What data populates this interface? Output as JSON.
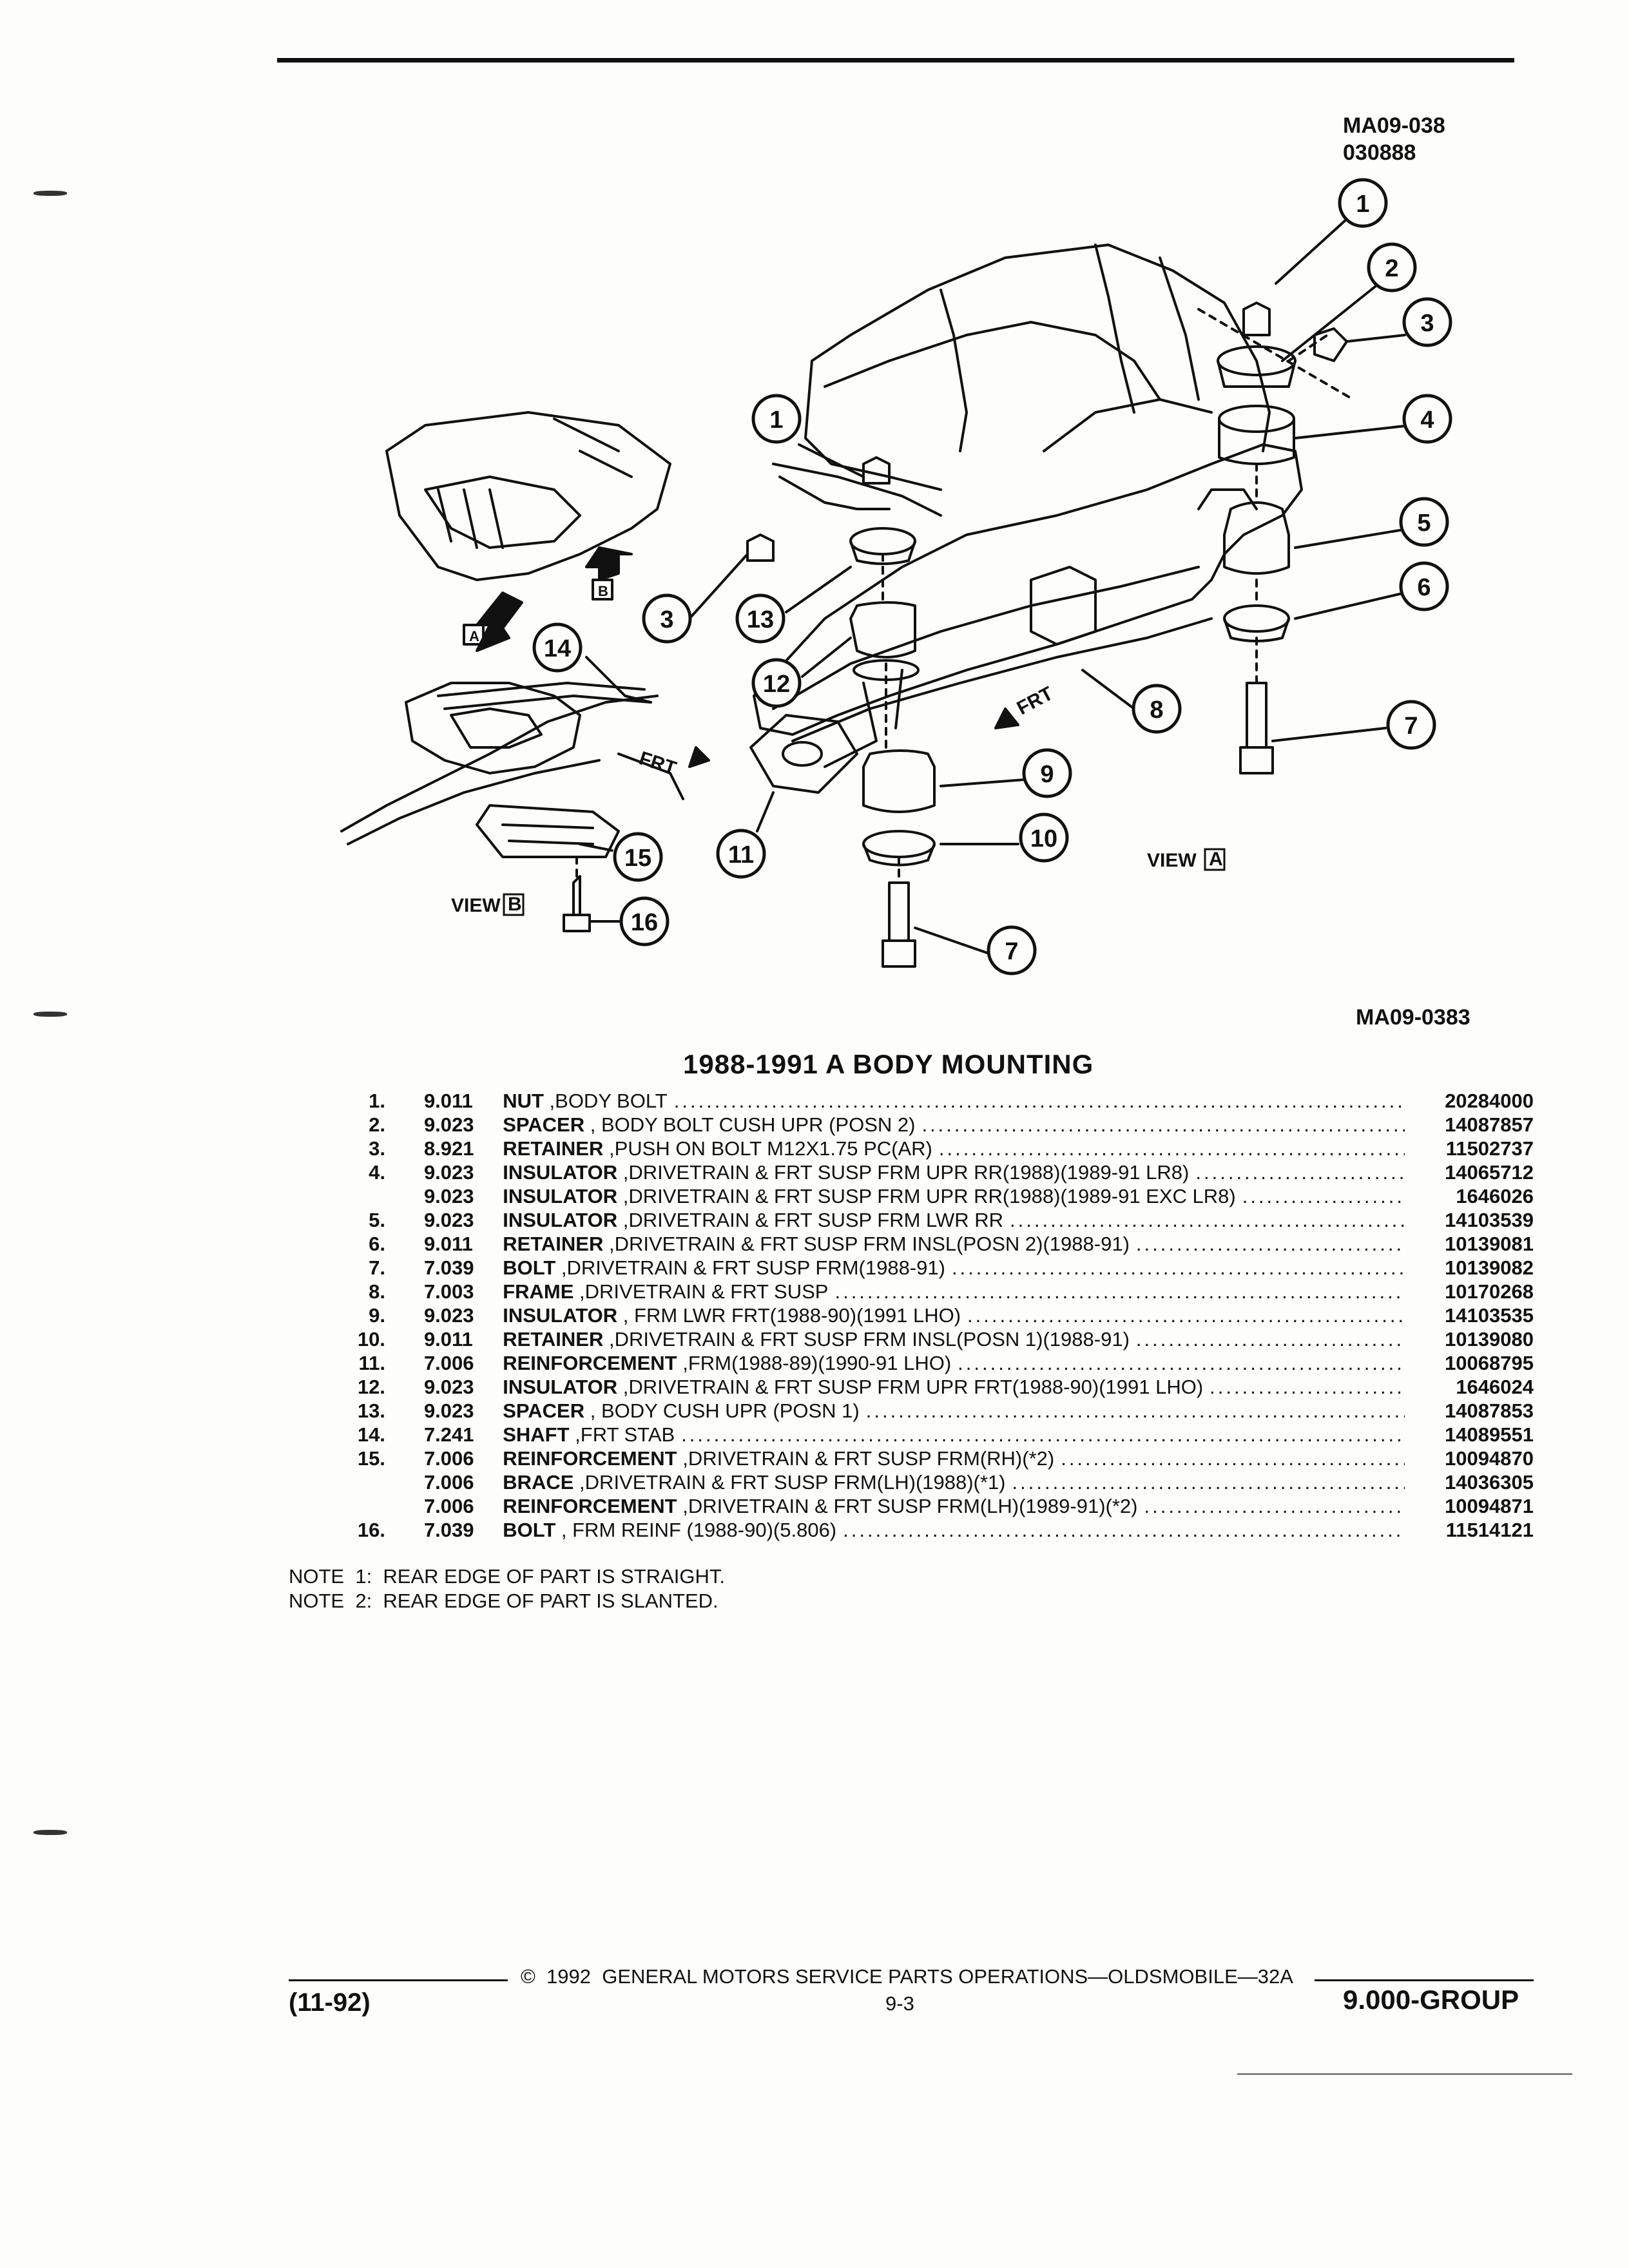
{
  "figure_code_top": [
    "MA09-038",
    "030888"
  ],
  "figure_code_bottom": "MA09-0383",
  "title": "1988-1991 A BODY MOUNTING",
  "callouts": [
    "1",
    "2",
    "3",
    "4",
    "5",
    "6",
    "7",
    "1",
    "3",
    "13",
    "12",
    "14",
    "8",
    "9",
    "10",
    "11",
    "15",
    "7",
    "16"
  ],
  "view_labels": {
    "view_a": "VIEW",
    "view_b": "VIEW",
    "a": "A",
    "b": "B"
  },
  "frt_labels": [
    "FRT",
    "FRT"
  ],
  "parts": [
    {
      "item": "1.",
      "group": "9.011",
      "name": "NUT",
      "desc": " ,BODY BOLT",
      "part": "20284000"
    },
    {
      "item": "2.",
      "group": "9.023",
      "name": "SPACER",
      "desc": " , BODY BOLT CUSH UPR (POSN 2)",
      "part": "14087857"
    },
    {
      "item": "3.",
      "group": "8.921",
      "name": "RETAINER",
      "desc": " ,PUSH ON BOLT M12X1.75 PC(AR)",
      "part": "11502737"
    },
    {
      "item": "4.",
      "group": "9.023",
      "name": "INSULATOR",
      "desc": " ,DRIVETRAIN & FRT SUSP FRM UPR RR(1988)(1989-91 LR8)",
      "part": "14065712"
    },
    {
      "item": "",
      "group": "9.023",
      "name": "INSULATOR",
      "desc": " ,DRIVETRAIN & FRT SUSP FRM UPR RR(1988)(1989-91 EXC LR8)",
      "part": "1646026"
    },
    {
      "item": "5.",
      "group": "9.023",
      "name": "INSULATOR",
      "desc": " ,DRIVETRAIN & FRT SUSP FRM LWR RR",
      "part": "14103539"
    },
    {
      "item": "6.",
      "group": "9.011",
      "name": "RETAINER",
      "desc": " ,DRIVETRAIN & FRT SUSP FRM INSL(POSN 2)(1988-91)",
      "part": "10139081"
    },
    {
      "item": "7.",
      "group": "7.039",
      "name": "BOLT",
      "desc": " ,DRIVETRAIN & FRT SUSP FRM(1988-91)",
      "part": "10139082"
    },
    {
      "item": "8.",
      "group": "7.003",
      "name": "FRAME",
      "desc": " ,DRIVETRAIN & FRT SUSP",
      "part": "10170268"
    },
    {
      "item": "9.",
      "group": "9.023",
      "name": "INSULATOR",
      "desc": " , FRM LWR FRT(1988-90)(1991 LHO)",
      "part": "14103535"
    },
    {
      "item": "10.",
      "group": "9.011",
      "name": "RETAINER",
      "desc": " ,DRIVETRAIN & FRT SUSP FRM INSL(POSN 1)(1988-91)",
      "part": "10139080"
    },
    {
      "item": "11.",
      "group": "7.006",
      "name": "REINFORCEMENT",
      "desc": " ,FRM(1988-89)(1990-91 LHO)",
      "part": "10068795"
    },
    {
      "item": "12.",
      "group": "9.023",
      "name": "INSULATOR",
      "desc": " ,DRIVETRAIN & FRT SUSP FRM UPR FRT(1988-90)(1991 LHO)",
      "part": "1646024"
    },
    {
      "item": "13.",
      "group": "9.023",
      "name": "SPACER",
      "desc": " , BODY CUSH UPR (POSN 1)",
      "part": "14087853"
    },
    {
      "item": "14.",
      "group": "7.241",
      "name": "SHAFT",
      "desc": " ,FRT STAB",
      "part": "14089551"
    },
    {
      "item": "15.",
      "group": "7.006",
      "name": "REINFORCEMENT",
      "desc": " ,DRIVETRAIN & FRT SUSP FRM(RH)(*2)",
      "part": "10094870"
    },
    {
      "item": "",
      "group": "7.006",
      "name": "BRACE",
      "desc": " ,DRIVETRAIN & FRT SUSP FRM(LH)(1988)(*1)",
      "part": "14036305"
    },
    {
      "item": "",
      "group": "7.006",
      "name": "REINFORCEMENT",
      "desc": " ,DRIVETRAIN & FRT SUSP FRM(LH)(1989-91)(*2)",
      "part": "10094871"
    },
    {
      "item": "16.",
      "group": "7.039",
      "name": "BOLT",
      "desc": " , FRM REINF (1988-90)(5.806)",
      "part": "11514121"
    }
  ],
  "notes": [
    "NOTE  1:  REAR EDGE OF PART IS STRAIGHT.",
    "NOTE  2:  REAR EDGE OF PART IS SLANTED."
  ],
  "footer": {
    "center": "©  1992  GENERAL MOTORS SERVICE PARTS OPERATIONS—OLDSMOBILE—32A",
    "date": "(11-92)",
    "page": "9-3",
    "group": "9.000-GROUP"
  },
  "colors": {
    "ink": "#111111",
    "paper": "#fdfdfb"
  }
}
